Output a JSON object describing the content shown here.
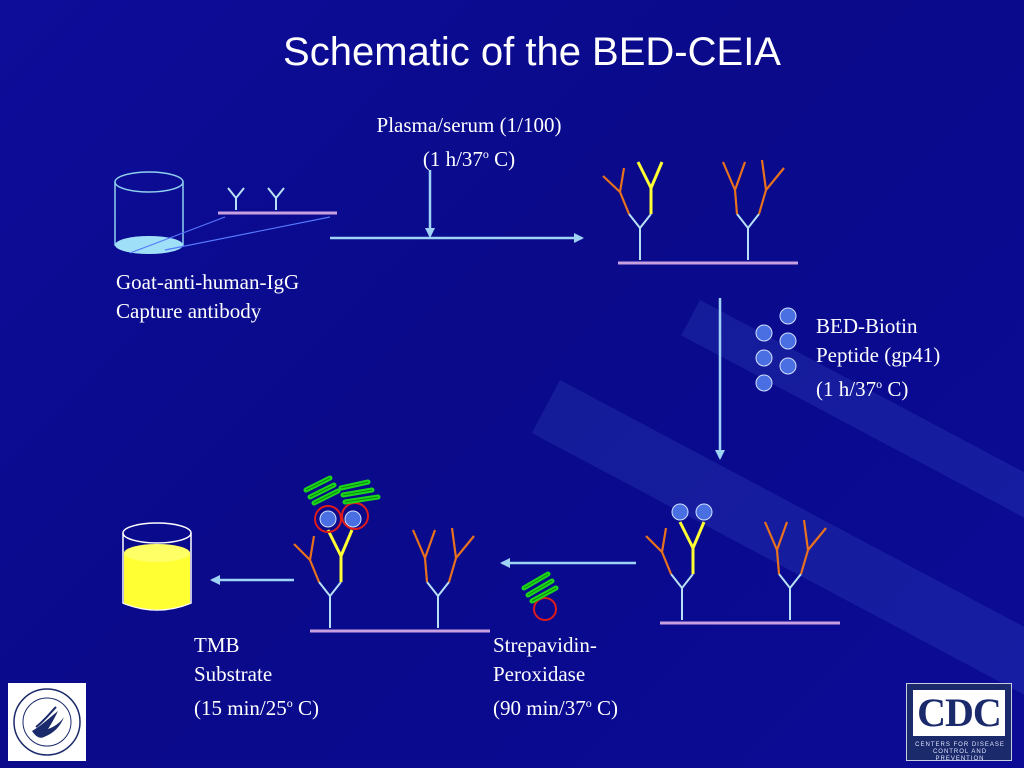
{
  "title": "Schematic of the BED-CEIA",
  "steps": {
    "plasma": {
      "line1": "Plasma/serum (1/100)",
      "line2_pre": "(1 h/37",
      "line2_sup": "o",
      "line2_post": " C)"
    },
    "capture": {
      "line1": "Goat-anti-human-IgG",
      "line2": "Capture antibody"
    },
    "bed": {
      "line1": "BED-Biotin",
      "line2": "Peptide (gp41)",
      "line3_pre": "(1 h/37",
      "line3_sup": "o",
      "line3_post": " C)"
    },
    "strep": {
      "line1": "Strepavidin-",
      "line2": "Peroxidase",
      "line3_pre": "(90 min/37",
      "line3_sup": "o",
      "line3_post": " C)"
    },
    "tmb": {
      "line1": "TMB",
      "line2": "Substrate",
      "line3_pre": "(15 min/25",
      "line3_sup": "o",
      "line3_post": " C)"
    }
  },
  "logos": {
    "hhs": "hhs-eagle-logo",
    "cdc_word": "CDC",
    "cdc_tagline": "CENTERS FOR DISEASE CONTROL AND PREVENTION"
  },
  "colors": {
    "background": "#0a0a8c",
    "arrow": "#9fd3f5",
    "capture_antibody": "#b8e0f5",
    "patient_antibody": "#e8711e",
    "specific_antibody": "#ffff33",
    "biotin": "#4a6fe3",
    "streptavidin": "#e01b1b",
    "peroxidase": "#1cd61c",
    "substrate": "#ffff33",
    "plate": "#c8a0e0"
  }
}
